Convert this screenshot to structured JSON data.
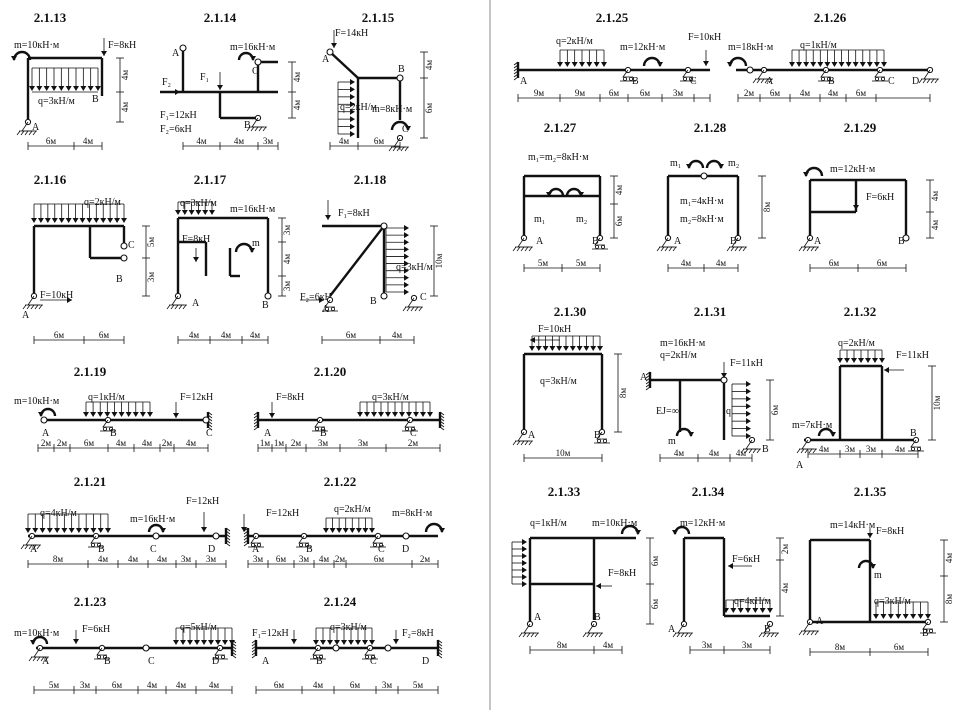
{
  "problems": [
    {
      "id": "2.1.13",
      "labels": [
        "m=10кН·м",
        "F=8кН",
        "q=3кН/м",
        "A",
        "B"
      ],
      "vdims": [
        "4м",
        "4м"
      ],
      "dims": [
        "6м",
        "4м"
      ]
    },
    {
      "id": "2.1.14",
      "labels": [
        "m=16кН·м",
        "F₂",
        "F₁",
        "A",
        "B",
        "C",
        "F₁=12кН",
        "F₂=6кН"
      ],
      "vdims": [
        "4м",
        "4м"
      ],
      "dims": [
        "4м",
        "4м",
        "3м"
      ]
    },
    {
      "id": "2.1.15",
      "labels": [
        "F=14кН",
        "A",
        "B",
        "q=2кН/м",
        "m=8кН·м",
        "C"
      ],
      "vdims": [
        "4м",
        "6м"
      ],
      "dims": [
        "4м",
        "6м"
      ]
    },
    {
      "id": "2.1.16",
      "labels": [
        "q=2кН/м",
        "C",
        "B",
        "F=10кН",
        "A"
      ],
      "vdims": [
        "5м",
        "3м"
      ],
      "dims": [
        "6м",
        "6м"
      ]
    },
    {
      "id": "2.1.17",
      "labels": [
        "q=3кН/м",
        "m=16кН·м",
        "F=8кН",
        "m",
        "B",
        "A"
      ],
      "vdims": [
        "3м",
        "4м",
        "3м"
      ],
      "dims": [
        "4м",
        "4м",
        "4м"
      ]
    },
    {
      "id": "2.1.18",
      "labels": [
        "F₁=8кН",
        "q=3кН/м",
        "F₂=6кН",
        "A",
        "B",
        "C"
      ],
      "vdims": [
        "10м"
      ],
      "dims": [
        "6м",
        "4м"
      ]
    },
    {
      "id": "2.1.19",
      "labels": [
        "m=10кН·м",
        "q=1кН/м",
        "F=12кН",
        "A",
        "B",
        "C"
      ],
      "dims": [
        "2м",
        "2м",
        "6м",
        "4м",
        "4м",
        "2м",
        "4м"
      ]
    },
    {
      "id": "2.1.20",
      "labels": [
        "F=8кН",
        "q=3кН/м",
        "A",
        "B",
        "C"
      ],
      "dims": [
        "1м",
        "1м",
        "2м",
        "3м",
        "3м",
        "2м"
      ]
    },
    {
      "id": "2.1.21",
      "labels": [
        "q=4кН/м",
        "m=16кН·м",
        "F=12кН",
        "A",
        "B",
        "C",
        "D"
      ],
      "dims": [
        "8м",
        "4м",
        "4м",
        "4м",
        "3м",
        "3м"
      ]
    },
    {
      "id": "2.1.22",
      "labels": [
        "F=12кН",
        "q=2кН/м",
        "m=8кН·м",
        "A",
        "B",
        "C",
        "D"
      ],
      "dims": [
        "3м",
        "6м",
        "3м",
        "4м",
        "2м",
        "6м",
        "2м"
      ]
    },
    {
      "id": "2.1.23",
      "labels": [
        "m=10кН·м",
        "F=6кН",
        "q=5кН/м",
        "A",
        "B",
        "C",
        "D"
      ],
      "dims": [
        "5м",
        "3м",
        "6м",
        "4м",
        "4м",
        "4м"
      ]
    },
    {
      "id": "2.1.24",
      "labels": [
        "F₁=12кН",
        "q=3кН/м",
        "F₂=8кН",
        "A",
        "B",
        "C",
        "D"
      ],
      "dims": [
        "6м",
        "4м",
        "6м",
        "3м",
        "5м"
      ]
    },
    {
      "id": "2.1.25",
      "labels": [
        "q=2кН/м",
        "m=12кН·м",
        "F=10кН",
        "A",
        "B",
        "C"
      ],
      "dims": [
        "9м",
        "9м",
        "6м",
        "6м",
        "3м"
      ]
    },
    {
      "id": "2.1.26",
      "labels": [
        "m=18кН·м",
        "q=1кН/м",
        "A",
        "B",
        "C",
        "D"
      ],
      "dims": [
        "2м",
        "6м",
        "4м",
        "4м",
        "6м"
      ]
    },
    {
      "id": "2.1.27",
      "labels": [
        "m₁=m₂=8кН·м",
        "m₁",
        "m₂",
        "A",
        "B"
      ],
      "vdims": [
        "4м",
        "6м"
      ],
      "dims": [
        "5м",
        "5м"
      ]
    },
    {
      "id": "2.1.28",
      "labels": [
        "m₁",
        "m₂",
        "m₁=4кН·м",
        "m₂=8кН·м",
        "A",
        "B"
      ],
      "vdims": [
        "8м"
      ],
      "dims": [
        "4м",
        "4м"
      ]
    },
    {
      "id": "2.1.29",
      "labels": [
        "m=12кН·м",
        "F=6кН",
        "A",
        "B"
      ],
      "vdims": [
        "4м",
        "4м"
      ],
      "dims": [
        "6м",
        "6м"
      ]
    },
    {
      "id": "2.1.30",
      "labels": [
        "F=10кН",
        "q=3кН/м",
        "A",
        "B"
      ],
      "vdims": [
        "8м"
      ],
      "dims": [
        "10м"
      ]
    },
    {
      "id": "2.1.31",
      "labels": [
        "m=16кН·м",
        "q=2кН/м",
        "F=11кН",
        "A",
        "EJ=∞",
        "q",
        "m",
        "B"
      ],
      "vdims": [
        "6м"
      ],
      "dims": [
        "4м",
        "4м",
        "4м"
      ]
    },
    {
      "id": "2.1.32",
      "labels": [
        "q=2кН/м",
        "F=11кН",
        "m=7кН·м",
        "A",
        "B"
      ],
      "vdims": [
        "10м"
      ],
      "dims": [
        "4м",
        "3м",
        "3м",
        "4м"
      ]
    },
    {
      "id": "2.1.33",
      "labels": [
        "q=1кН/м",
        "m=10кН·м",
        "F=8кН",
        "A",
        "B"
      ],
      "vdims": [
        "6м",
        "6м"
      ],
      "dims": [
        "8м",
        "4м"
      ]
    },
    {
      "id": "2.1.34",
      "labels": [
        "m=12кН·м",
        "F=6кН",
        "q=4кН/м",
        "A",
        "B"
      ],
      "vdims": [
        "2м",
        "4м"
      ],
      "dims": [
        "3м",
        "3м"
      ]
    },
    {
      "id": "2.1.35",
      "labels": [
        "m=14кН·м",
        "F=8кН",
        "m",
        "q=3кН/м",
        "A",
        "B"
      ],
      "vdims": [
        "4м",
        "8м"
      ],
      "dims": [
        "8м",
        "6м"
      ]
    }
  ]
}
